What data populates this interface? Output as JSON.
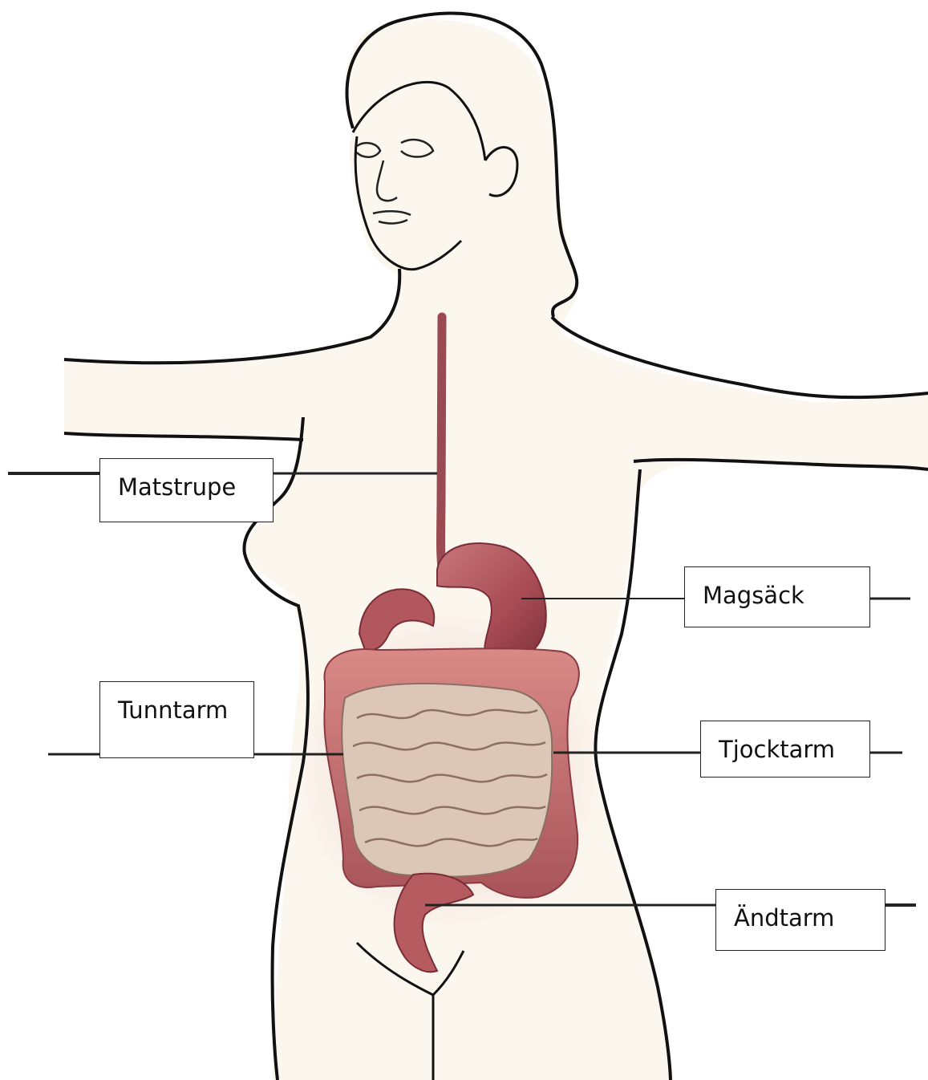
{
  "diagram": {
    "labels": {
      "matstrupe": "Matstrupe",
      "magsack": "Magsäck",
      "tunntarm": "Tunntarm",
      "tjocktarm": "Tjocktarm",
      "andtarm": "Ändtarm"
    },
    "colors": {
      "skin": "#fbf6ee",
      "outline": "#111111",
      "organ": "#b25a5e",
      "organ_dark": "#8a3a40",
      "small_intestine": "#d9c3b6",
      "leader_line": "#222222"
    }
  }
}
